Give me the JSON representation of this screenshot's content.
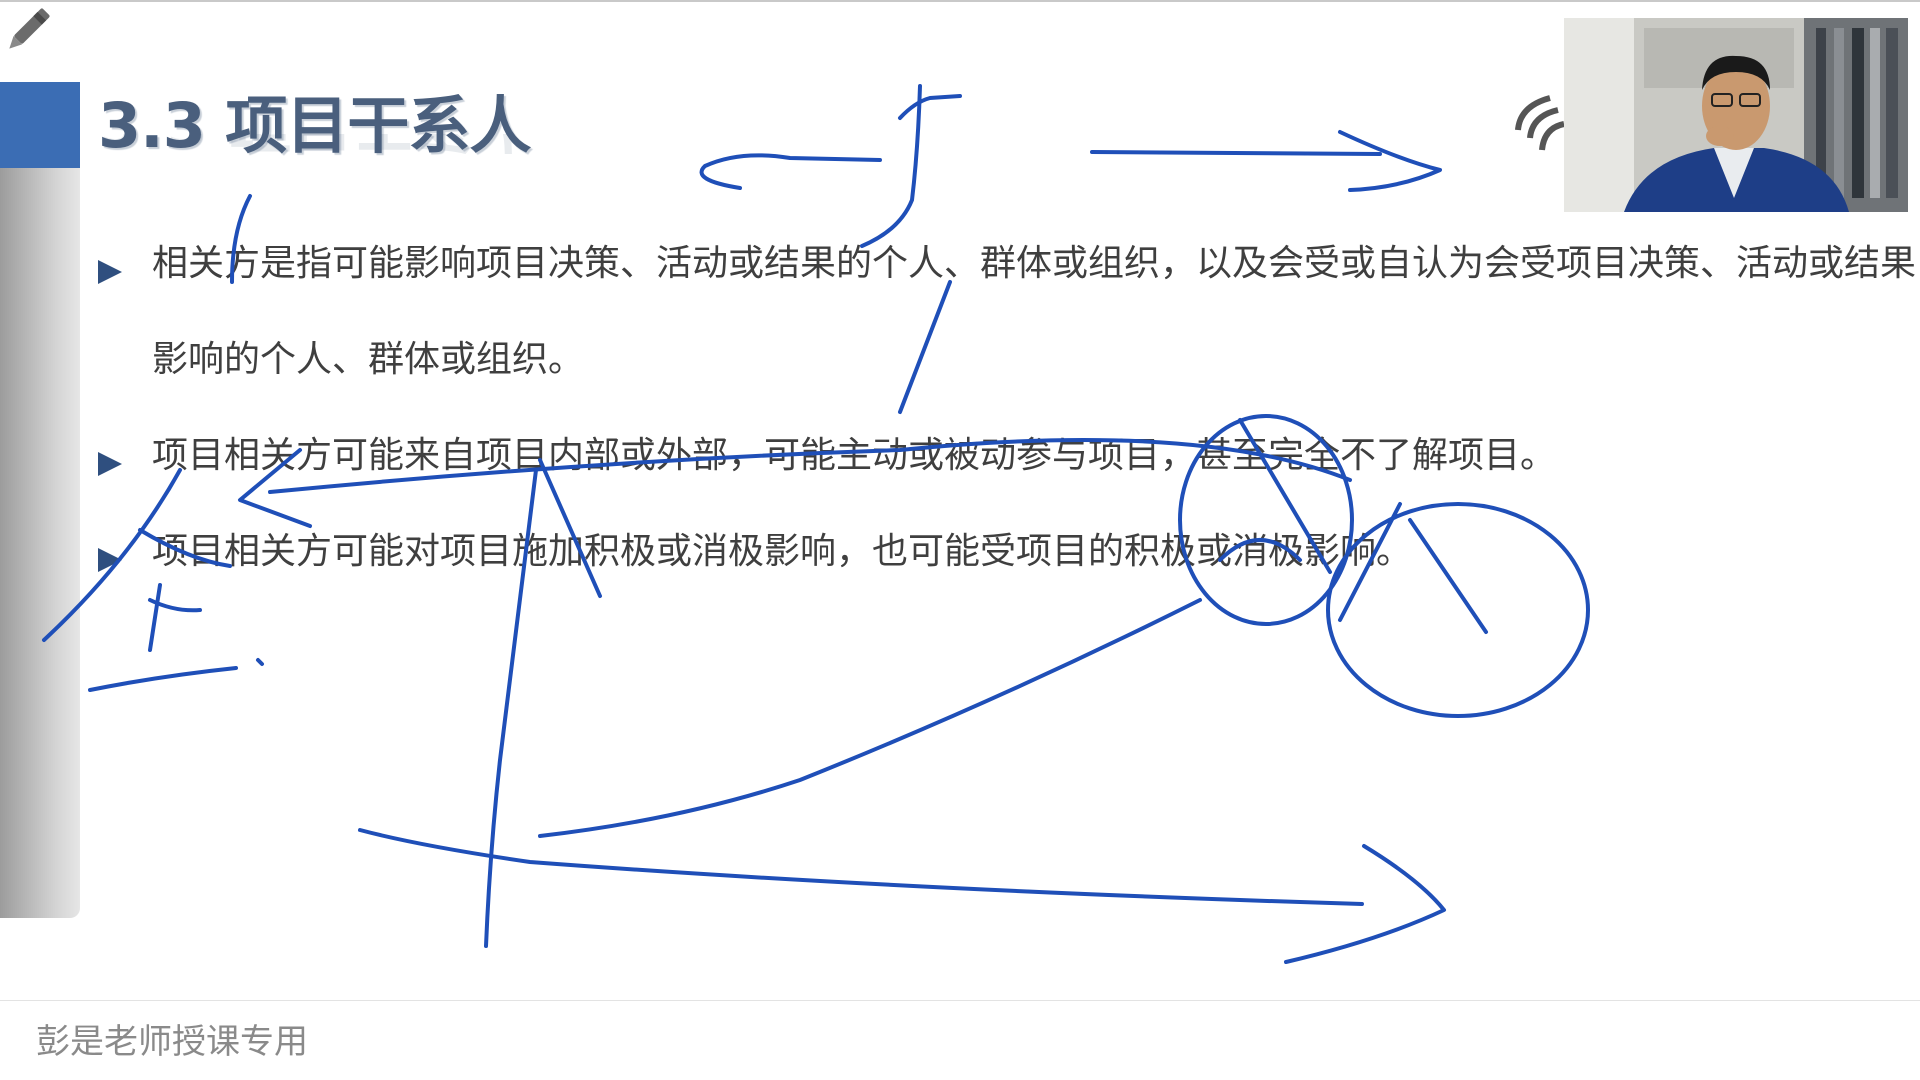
{
  "slide": {
    "title": "3.3 项目干系人",
    "bullets": [
      "相关方是指可能影响项目决策、活动或结果的个人、群体或组织，以及会受或自认为会受项目决策、活动或结果影响的个人、群体或组织。",
      "项目相关方可能来自项目内部或外部，可能主动或被动参与项目，甚至完全不了解项目。",
      "项目相关方可能对项目施加积极或消极影响，也可能受项目的积极或消极影响。"
    ],
    "watermark": "彭是老师授课专用"
  },
  "colors": {
    "accent_blue": "#3b6db4",
    "title_text": "#4a5f7d",
    "ink": "#1f4fb8",
    "body_text": "#3f3f3f"
  },
  "icons": {
    "pen_tool": "pen-icon",
    "bullet": "triangle-right-icon"
  }
}
